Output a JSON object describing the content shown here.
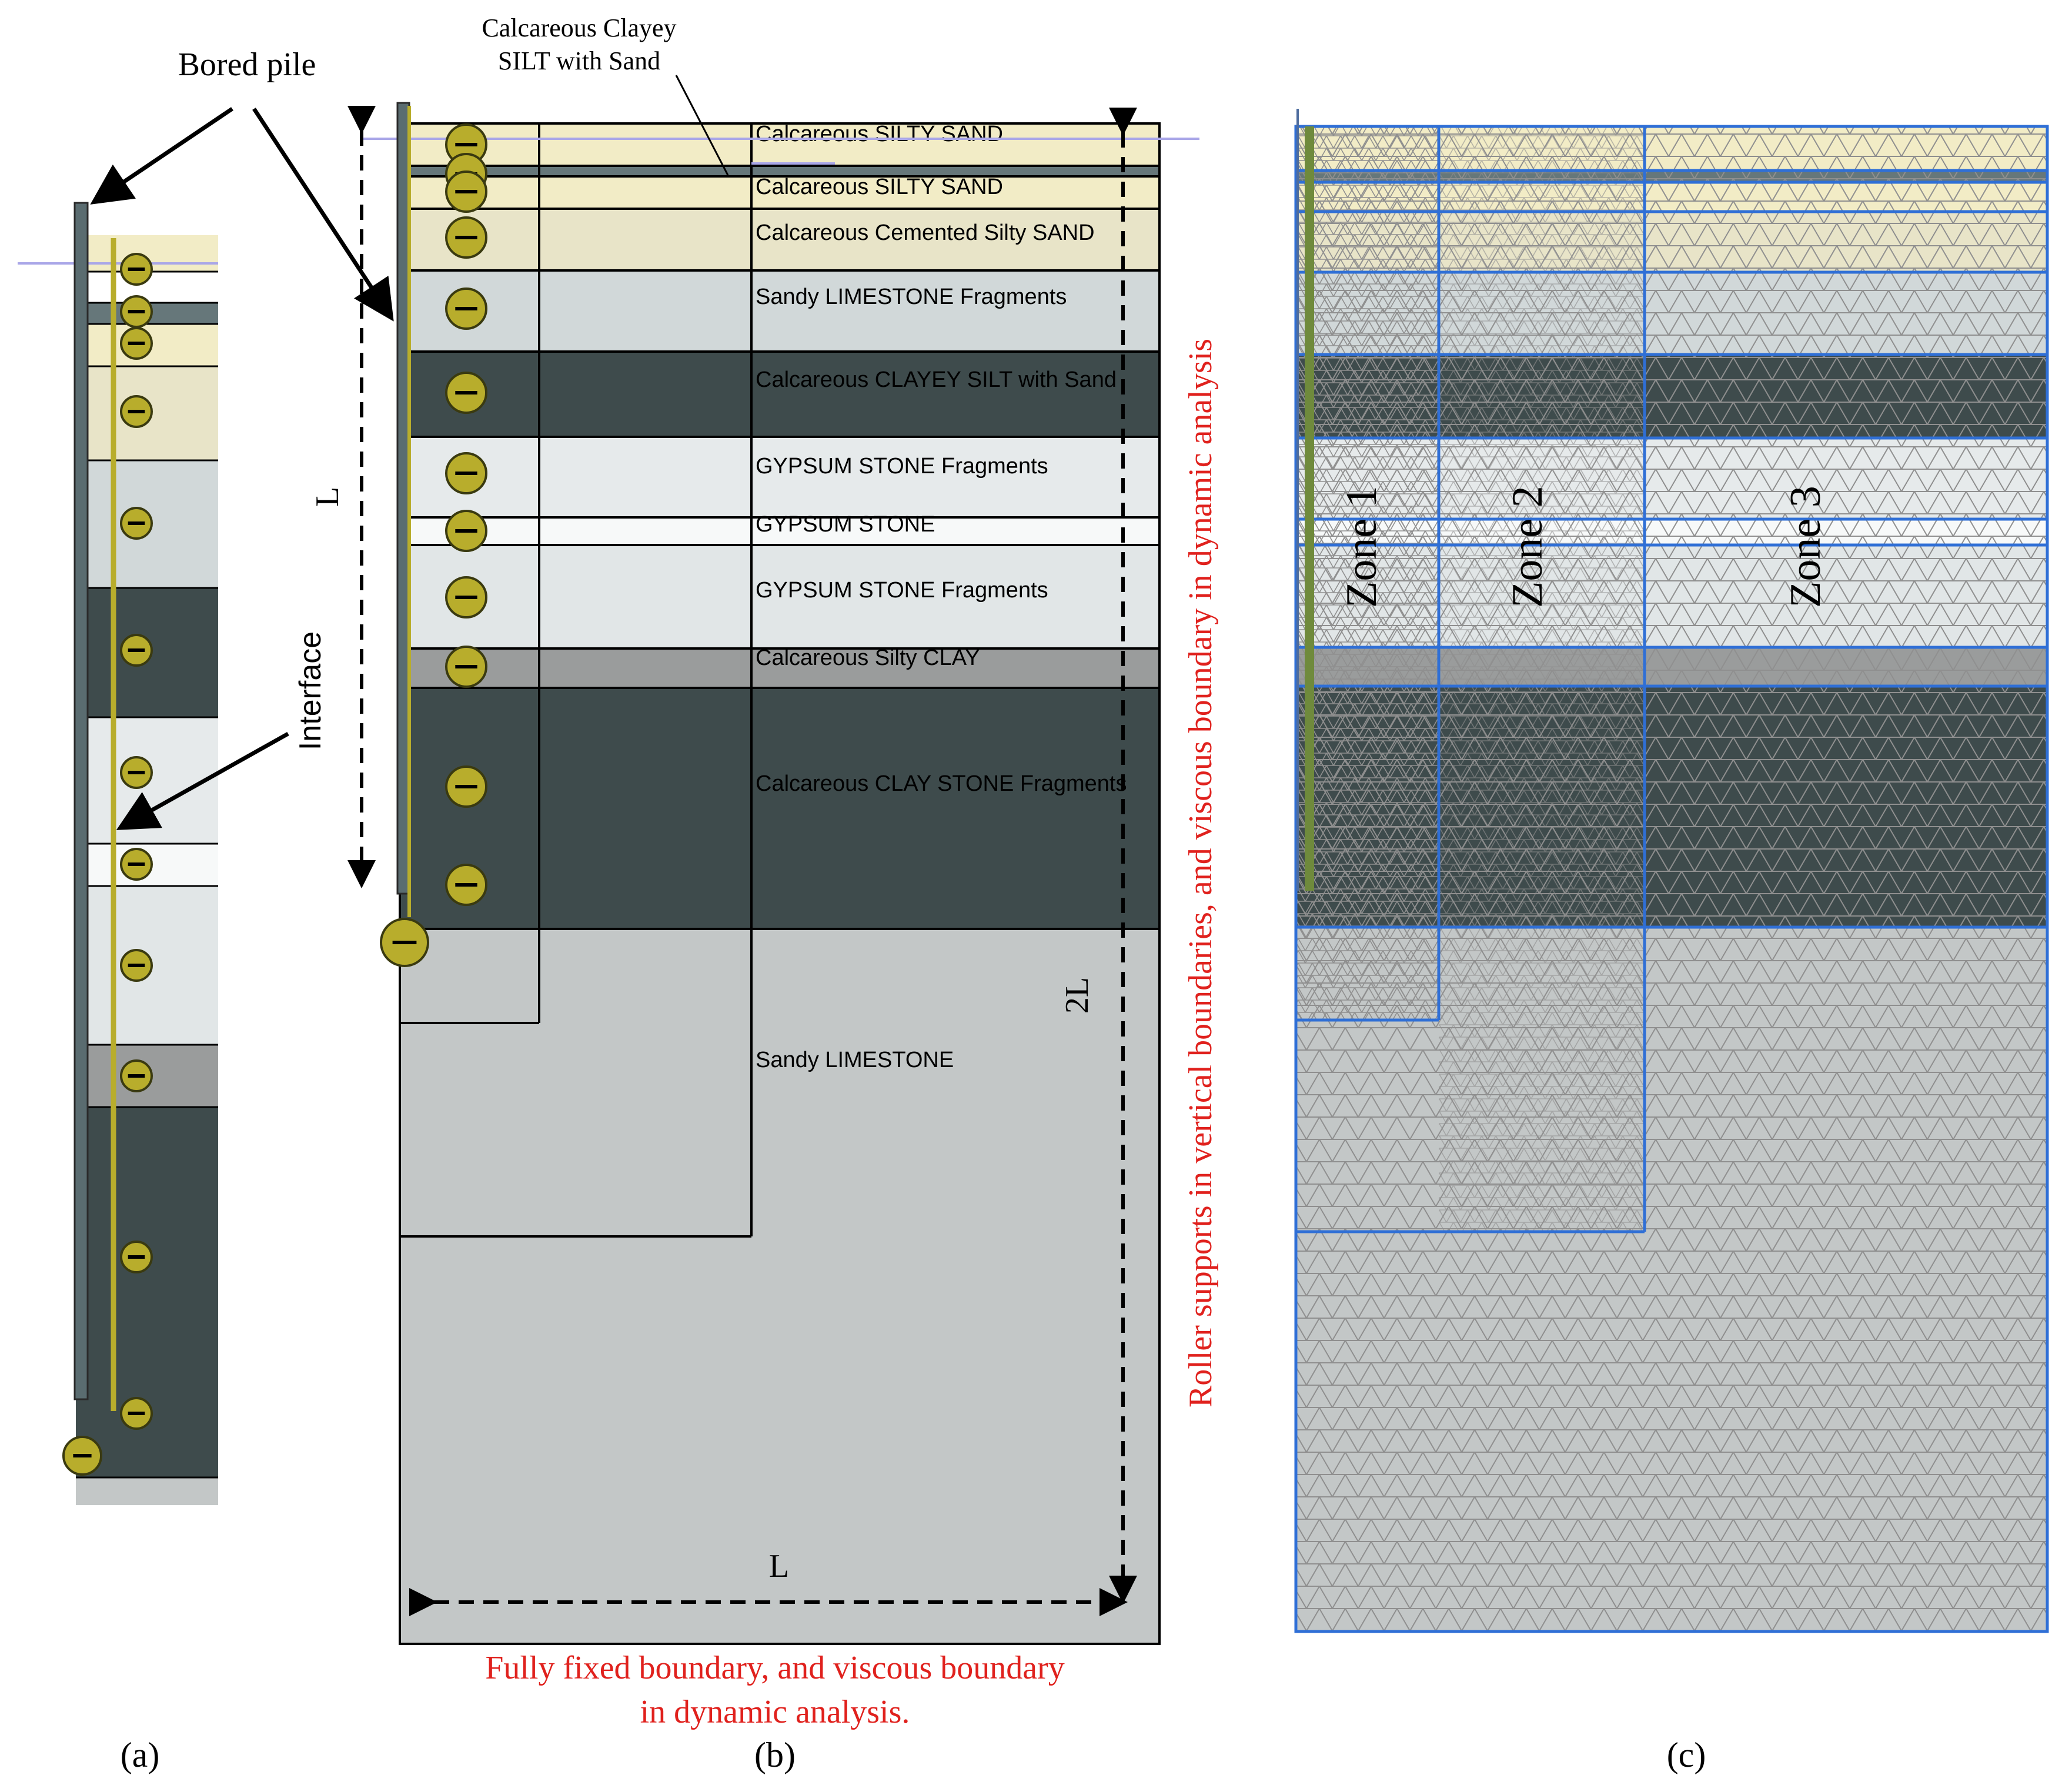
{
  "figure": {
    "panel_labels": [
      "(a)",
      "(b)",
      "(c)"
    ],
    "callouts": {
      "bored_pile": "Bored pile",
      "interface": "Interface",
      "clayey_silt_note": [
        "Calcareous Clayey",
        "SILT with Sand"
      ]
    },
    "dimensions": {
      "pile_length": "L",
      "model_depth": "2L",
      "model_width": "L"
    },
    "boundary_notes": {
      "bottom": [
        "Fully fixed boundary, and viscous boundary",
        "in dynamic analysis."
      ],
      "side": "Roller supports in vertical boundaries, and viscous boundary in dynamic analysis"
    },
    "layers": [
      {
        "name": "Calcareous SILTY SAND",
        "color": "#f2ecc6"
      },
      {
        "name": "Calcareous Clayey SILT with Sand",
        "color": "#66777a"
      },
      {
        "name": "Calcareous SILTY SAND",
        "color": "#f2ecc6"
      },
      {
        "name": "Calcareous Cemented Silty SAND",
        "color": "#e8e4c8"
      },
      {
        "name": "Sandy LIMESTONE Fragments",
        "color": "#d1d8d9"
      },
      {
        "name": "Calcareous CLAYEY SILT with Sand",
        "color": "#3e4b4c"
      },
      {
        "name": "GYPSUM STONE Fragments",
        "color": "#e6eaeb"
      },
      {
        "name": "GYPSUM STONE",
        "color": "#f7f9f9"
      },
      {
        "name": "GYPSUM STONE Fragments",
        "color": "#e1e6e7"
      },
      {
        "name": "Calcareous Silty CLAY",
        "color": "#9a9c9c"
      },
      {
        "name": "Calcareous CLAY STONE Fragments",
        "color": "#3e4b4c"
      },
      {
        "name": "Sandy LIMESTONE",
        "color": "#c3c7c7"
      }
    ],
    "zones": [
      "Zone 1",
      "Zone 2",
      "Zone 3"
    ],
    "colors": {
      "pile": "#6f8a3c",
      "anchor_fill": "#b8ad2c",
      "mesh_border": "#2f6fd6",
      "water_line": "#a9a6e8",
      "boundary_text": "#e0211d"
    }
  }
}
